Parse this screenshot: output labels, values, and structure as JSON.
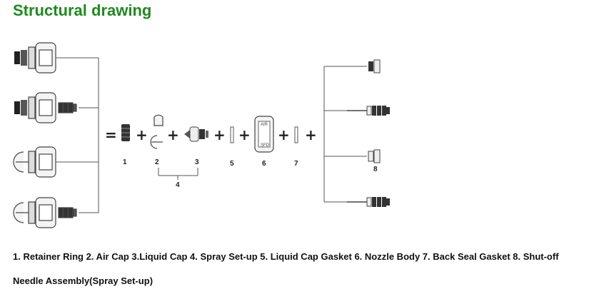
{
  "title": "Structural drawing",
  "caption": {
    "line1": "1. Retainer Ring 2. Air Cap 3.Liquid Cap 4. Spray Set-up 5. Liquid Cap Gasket 6. Nozzle Body 7. Back Seal Gasket 8. Shut-off",
    "line2": "Needle Assembly(Spray Set-up)"
  },
  "diagram": {
    "operators": {
      "equals": "=",
      "plus": "+"
    },
    "part_labels": [
      "1",
      "2",
      "3",
      "4",
      "5",
      "6",
      "7",
      "8"
    ],
    "nozzle_body_text": {
      "top": "AIR",
      "bottom": "SFD"
    }
  }
}
